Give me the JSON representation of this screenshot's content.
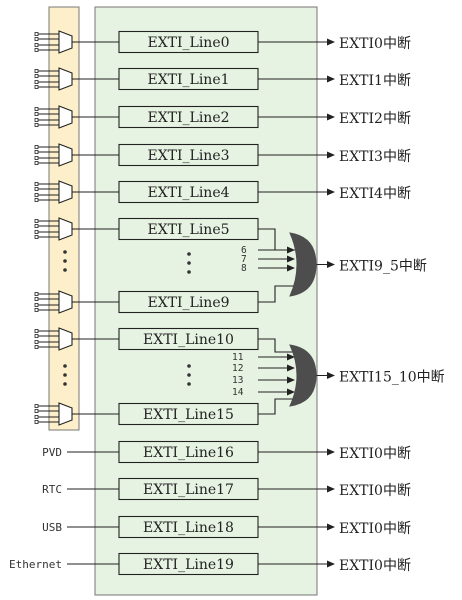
{
  "lines": [
    {
      "label": "EXTI_Line0",
      "output": "EXTI0中断"
    },
    {
      "label": "EXTI_Line1",
      "output": "EXTI1中断"
    },
    {
      "label": "EXTI_Line2",
      "output": "EXTI2中断"
    },
    {
      "label": "EXTI_Line3",
      "output": "EXTI3中断"
    },
    {
      "label": "EXTI_Line4",
      "output": "EXTI4中断"
    },
    {
      "label": "EXTI_Line5",
      "output": ""
    },
    {
      "label": "EXTI_Line9",
      "output": ""
    },
    {
      "label": "EXTI_Line10",
      "output": ""
    },
    {
      "label": "EXTI_Line15",
      "output": ""
    },
    {
      "label": "EXTI_Line16",
      "output": "EXTI0中断",
      "source": "PVD"
    },
    {
      "label": "EXTI_Line17",
      "output": "EXTI0中断",
      "source": "RTC"
    },
    {
      "label": "EXTI_Line18",
      "output": "EXTI0中断",
      "source": "USB"
    },
    {
      "label": "EXTI_Line19",
      "output": "EXTI0中断",
      "source": "Ethernet"
    }
  ],
  "groups": [
    {
      "output": "EXTI9_5中断",
      "inputs": [
        "6",
        "7",
        "8"
      ]
    },
    {
      "output": "EXTI15_10中断",
      "inputs": [
        "11",
        "12",
        "13",
        "14"
      ]
    }
  ],
  "colors": {
    "mux_panel": "#fcefc9",
    "exti_panel": "#e6f2e2",
    "panel_border": "#777777",
    "gate_fill": "#4d4d4d",
    "line": "#222222"
  }
}
